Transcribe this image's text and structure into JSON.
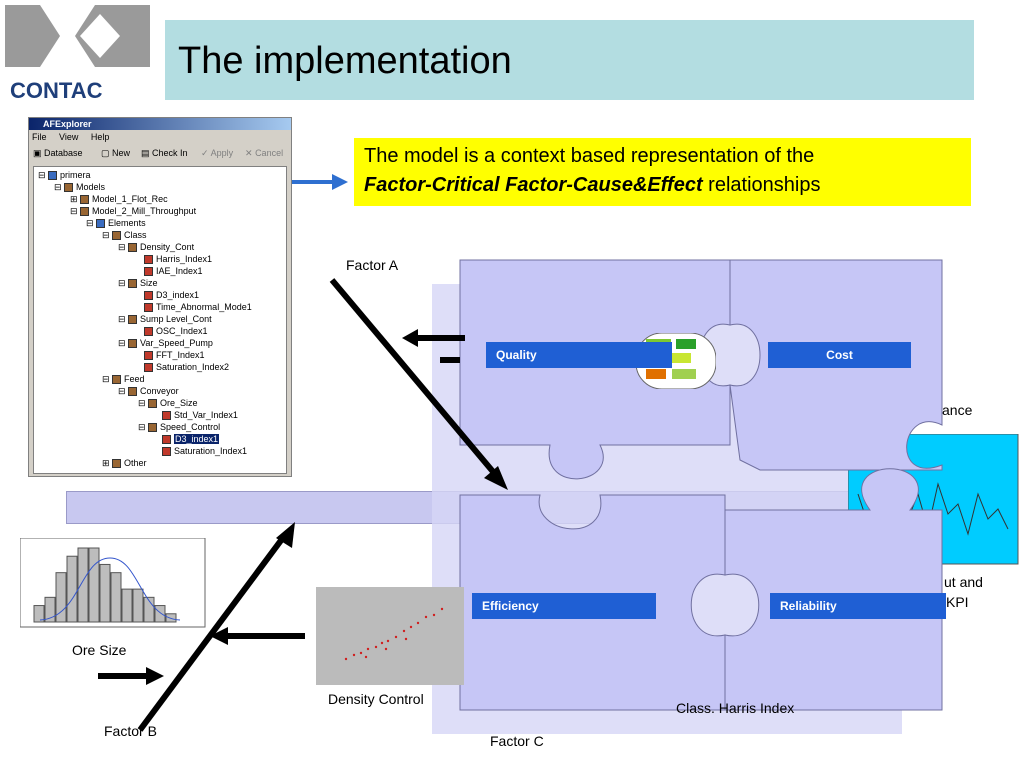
{
  "logo": {
    "text": "CONTAC"
  },
  "title": "The implementation",
  "explorer": {
    "title": "AFExplorer",
    "menu": [
      "File",
      "View",
      "Help"
    ],
    "toolbar": {
      "database": "Database",
      "new": "New",
      "checkin": "Check In",
      "apply": "Apply",
      "cancel": "Cancel"
    },
    "tree": [
      "primera",
      "Models",
      "Model_1_Flot_Rec",
      "Model_2_Mill_Throughput",
      "Elements",
      "Class",
      "Density_Cont",
      "Harris_Index1",
      "IAE_Index1",
      "Size",
      "D3_index1",
      "Time_Abnormal_Mode1",
      "Sump Level_Cont",
      "OSC_Index1",
      "Var_Speed_Pump",
      "FFT_Index1",
      "Saturation_Index2",
      "Feed",
      "Conveyor",
      "Ore_Size",
      "Std_Var_Index1",
      "Speed_Control",
      "D3_index1",
      "Saturation_Index1",
      "Other"
    ]
  },
  "callout": {
    "line1": "The model is a context based representation of the",
    "line2_bold": "Factor-Critical Factor-Cause&Effect",
    "line2_rest": " relationships"
  },
  "pieces": {
    "quality": "Quality",
    "cost": "Cost",
    "efficiency": "Efficiency",
    "reliability": "Reliability"
  },
  "labels": {
    "factor_a": "Factor A",
    "factor_b": "Factor B",
    "factor_c": "Factor C",
    "ore_size": "Ore Size",
    "density_control": "Density Control",
    "class_harris": "Class. Harris Index",
    "ance": "ance",
    "ut_and": "ut and",
    "kpi": "KPI"
  },
  "histogram": {
    "bars": [
      2,
      3,
      6,
      8,
      9,
      9,
      7,
      6,
      4,
      4,
      3,
      2,
      1
    ]
  },
  "colors": {
    "title_bar": "#b3dde1",
    "callout": "#ffff00",
    "piece": "#c6c6f5",
    "piece_label": "#1f5fd4"
  }
}
